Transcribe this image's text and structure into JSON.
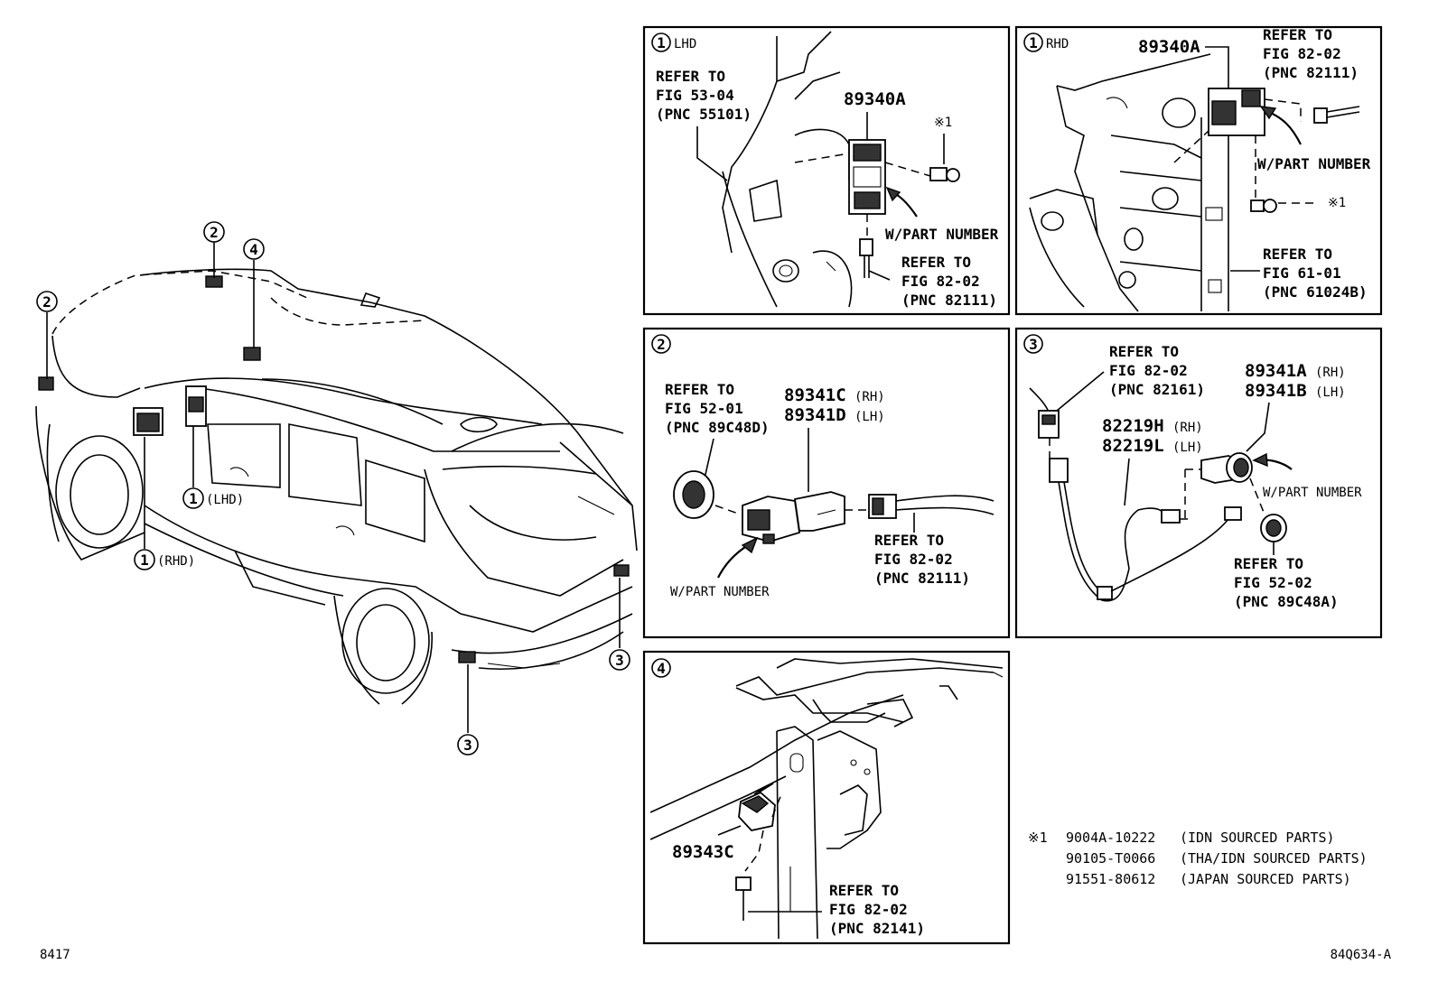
{
  "diagram_code": "84Q634-A",
  "page_ref": "8417",
  "callouts": {
    "c1": "1",
    "c2": "2",
    "c3": "3",
    "c4": "4",
    "lhd": "(LHD)",
    "rhd": "(RHD)"
  },
  "panels": {
    "p1l": {
      "num": "1",
      "tag": "LHD",
      "part": "89340A",
      "ref1": [
        "REFER TO",
        "FIG 53-04",
        "(PNC 55101)"
      ],
      "mark": "※1",
      "wpart": "W/PART NUMBER",
      "ref2": [
        "REFER TO",
        "FIG 82-02",
        "(PNC 82111)"
      ]
    },
    "p1r": {
      "num": "1",
      "tag": "RHD",
      "part": "89340A",
      "ref1": [
        "REFER TO",
        "FIG 82-02",
        "(PNC 82111)"
      ],
      "wpart": "W/PART NUMBER",
      "mark": "※1",
      "ref2": [
        "REFER TO",
        "FIG 61-01",
        "(PNC 61024B)"
      ]
    },
    "p2": {
      "num": "2",
      "ref1": [
        "REFER TO",
        "FIG 52-01",
        "(PNC 89C48D)"
      ],
      "part_a": "89341C",
      "part_a_side": "(RH)",
      "part_b": "89341D",
      "part_b_side": "(LH)",
      "ref2": [
        "REFER TO",
        "FIG 82-02",
        "(PNC 82111)"
      ],
      "wpart": "W/PART NUMBER"
    },
    "p3": {
      "num": "3",
      "ref1": [
        "REFER TO",
        "FIG 82-02",
        "(PNC 82161)"
      ],
      "part_a": "89341A",
      "part_a_side": "(RH)",
      "part_b": "89341B",
      "part_b_side": "(LH)",
      "part_c": "82219H",
      "part_c_side": "(RH)",
      "part_d": "82219L",
      "part_d_side": "(LH)",
      "wpart": "W/PART NUMBER",
      "ref2": [
        "REFER TO",
        "FIG 52-02",
        "(PNC 89C48A)"
      ]
    },
    "p4": {
      "num": "4",
      "part": "89343C",
      "ref": [
        "REFER TO",
        "FIG 82-02",
        "(PNC 82141)"
      ]
    }
  },
  "footnote": {
    "mark": "※1",
    "rows": [
      {
        "pn": "9004A-10222",
        "desc": "(IDN SOURCED PARTS)"
      },
      {
        "pn": "90105-T0066",
        "desc": "(THA/IDN SOURCED PARTS)"
      },
      {
        "pn": "91551-80612",
        "desc": "(JAPAN SOURCED PARTS)"
      }
    ]
  }
}
